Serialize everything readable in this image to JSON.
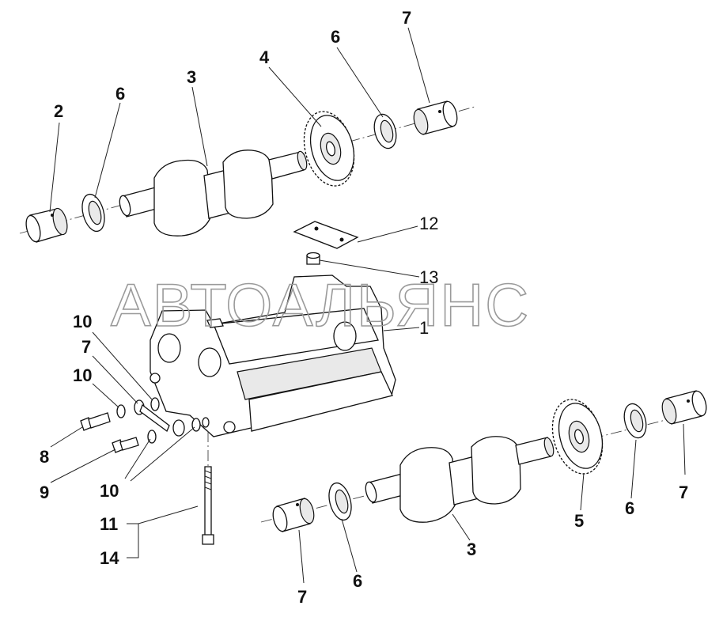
{
  "watermark": "АВТОАЛЬЯНС",
  "callouts": {
    "upper": {
      "bush_left": "2",
      "washer_left": "6",
      "camshaft": "3",
      "gear": "4",
      "washer_right": "6",
      "bush_right": "7",
      "plate": "12",
      "bush_small": "13",
      "housing": "1"
    },
    "lower": {
      "bush_left": "7",
      "washer_left": "6",
      "camshaft": "3",
      "gear": "5",
      "washer_right": "6",
      "bush_right": "7"
    },
    "fasteners": {
      "washer_top": "10",
      "pin": "7",
      "washer_mid": "10",
      "bolt_short": "8",
      "bolt_lower": "9",
      "washers_bottom": "10",
      "long_bolt_a": "11",
      "long_bolt_b": "14"
    }
  }
}
